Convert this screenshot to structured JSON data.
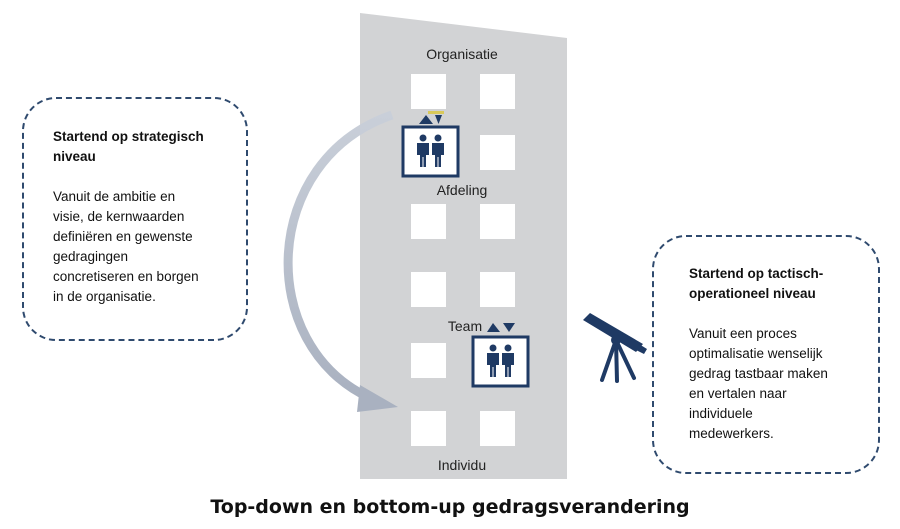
{
  "building": {
    "levels": {
      "top": "Organisatie",
      "upper_middle": "Afdeling",
      "lower_middle": "Team",
      "bottom": "Individu"
    }
  },
  "left_box": {
    "heading": "Startend op strategisch\nniveau",
    "body": "Vanuit de ambitie en\nvisie, de kernwaarden\ndefiniëren en gewenste\ngedragingen\nconcretiseren en borgen\nin de organisatie."
  },
  "right_box": {
    "heading": "Startend op tactisch-\noperationeel niveau",
    "body": "Vanuit een proces\noptimalisatie wenselijk\ngedrag tastbaar maken\nen vertalen naar\nindividuele\nmedewerkers."
  },
  "caption": "Top-down en bottom-up gedragsverandering",
  "icons": [
    "curved-arrow-icon",
    "elevator-icon",
    "telescope-icon"
  ],
  "colors": {
    "building": "#d2d3d5",
    "navy": "#1f3a64",
    "arrow": "#b8bfcc",
    "elevator_up_active": "#d9c95a",
    "dashed_border": "#2f4a6e"
  }
}
